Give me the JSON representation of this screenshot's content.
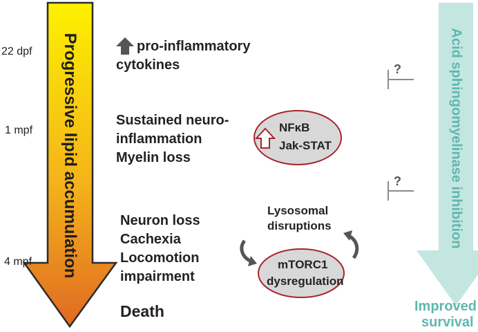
{
  "left_arrow": {
    "label": "Progressive lipid accumulation",
    "gradient_top": "#fdf000",
    "gradient_bottom": "#e06a23"
  },
  "right_arrow": {
    "label": "Acid sphingomyelinase inhibition",
    "color": "#c4e6e1",
    "text_color": "#5fb7ad"
  },
  "timepoints": [
    "22 dpf",
    "1 mpf",
    "4 mpf"
  ],
  "events": {
    "e1_line1": "pro-inflammatory",
    "e1_line2": "cytokines",
    "e2_line1": "Sustained neuro-",
    "e2_line2": "inflammation",
    "e2_line3": "Myelin loss",
    "e3_line1": "Neuron loss",
    "e3_line2": "Cachexia",
    "e3_line3": "Locomotion",
    "e3_line4": "impairment",
    "death": "Death"
  },
  "pathway": {
    "nfkb": "NFκB",
    "jakstat": "Jak-STAT",
    "lysosomal_line1": "Lysosomal",
    "lysosomal_line2": "disruptions",
    "mtorc1_line1": "mTORC1",
    "mtorc1_line2": "dysregulation"
  },
  "inhibitors": {
    "q1": "?",
    "q2": "?"
  },
  "outcome": {
    "line1": "Improved",
    "line2": "survival"
  },
  "colors": {
    "ellipse_fill": "#d8d8d8",
    "ellipse_stroke": "#a8242b",
    "up_arrow_outline": "#a8242b",
    "dark_arrow": "#555555",
    "inhibitor_stroke": "#8a8a8a"
  }
}
